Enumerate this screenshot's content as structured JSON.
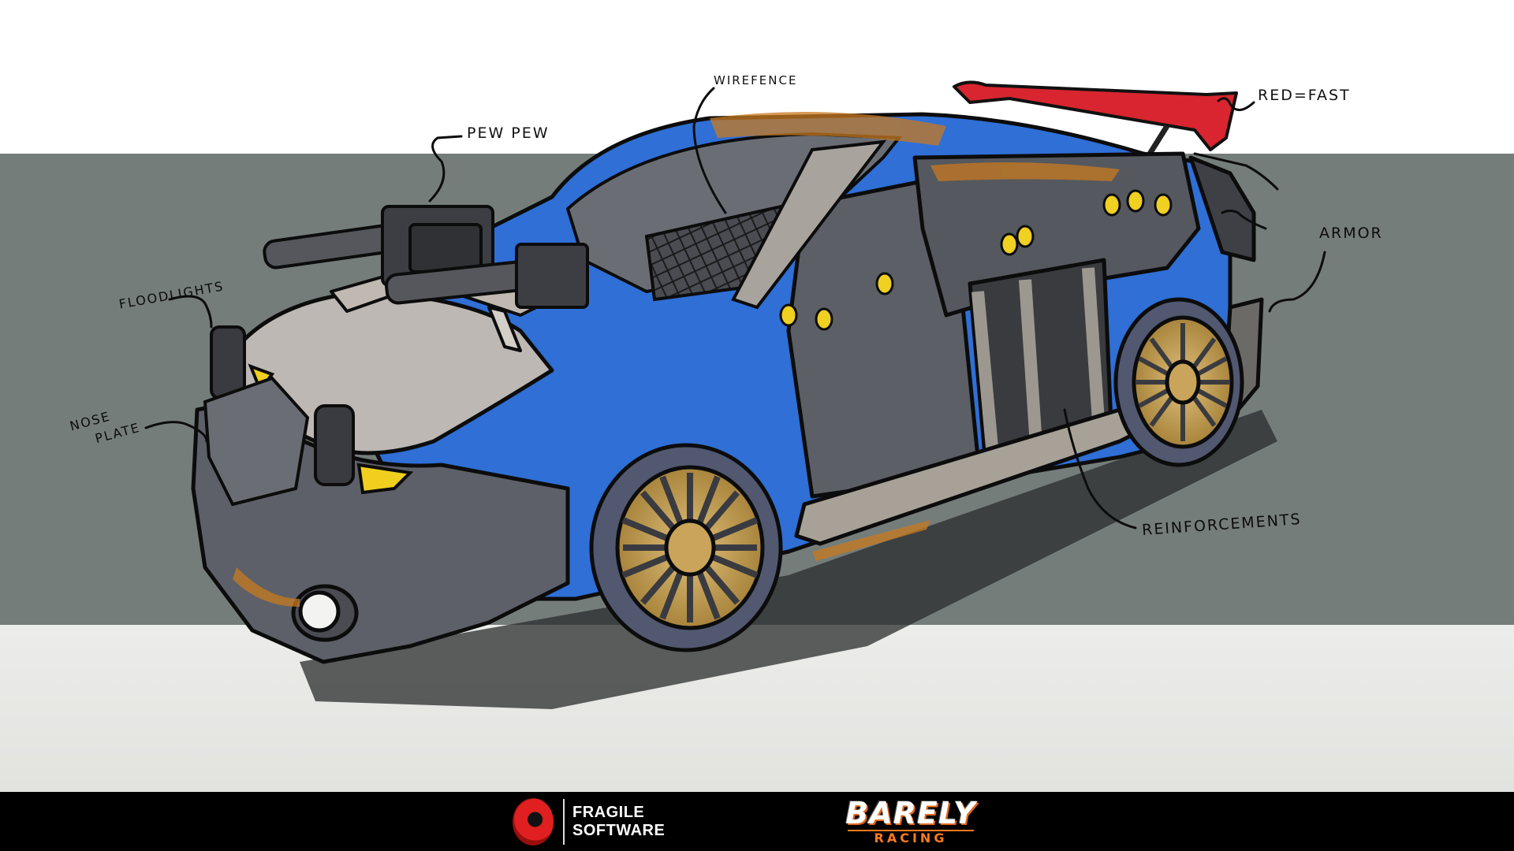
{
  "artwork": {
    "subject": "Armored rally hatchback concept sketch",
    "palette": {
      "background_top": "#ffffff",
      "background_mid": "#757d7b",
      "background_low": "#e8e8e6",
      "footer": "#000000",
      "body_blue": "#2f6fd6",
      "armor_gray": "#5d6068",
      "hood_gray": "#bdb8b4",
      "wing_red": "#d8252f",
      "wheel_gold": "#c8a055",
      "rust": "#c8791f",
      "bolt_yellow": "#f0d020"
    }
  },
  "annotations": [
    {
      "id": "pew-pew",
      "text": "PEW PEW"
    },
    {
      "id": "wirefence",
      "text": "WIREFENCE"
    },
    {
      "id": "red-fast",
      "text": "RED=FAST"
    },
    {
      "id": "armor",
      "text": "ARMOR"
    },
    {
      "id": "floodlights",
      "text": "FLOODLIGHTS"
    },
    {
      "id": "nose-plate-1",
      "text": "NOSE"
    },
    {
      "id": "nose-plate-2",
      "text": "PLATE"
    },
    {
      "id": "reinforcements",
      "text": "REINFORCEMENTS"
    }
  ],
  "footer": {
    "fragile_line1": "FRAGILE",
    "fragile_line2": "SOFTWARE",
    "barely_title": "BARELY",
    "barely_subtitle": "RACING"
  }
}
